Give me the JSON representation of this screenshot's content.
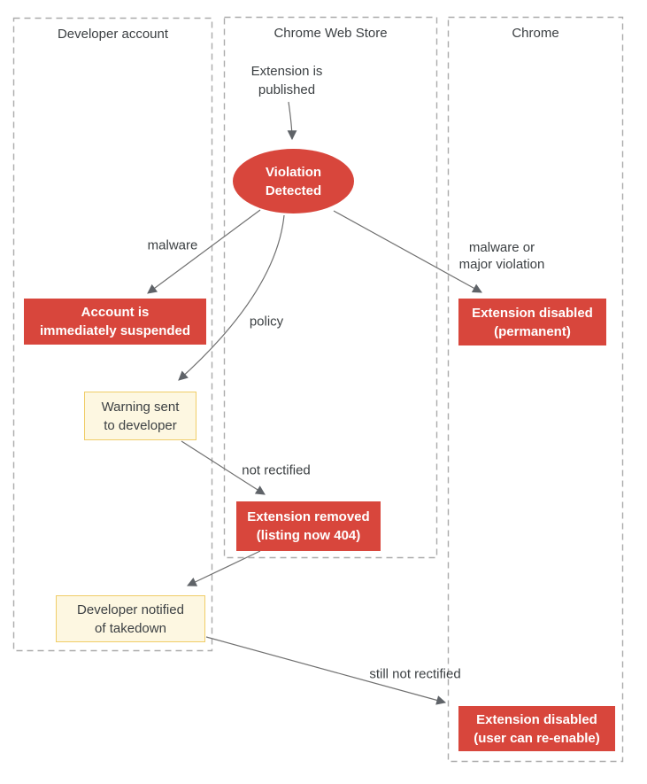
{
  "diagram": {
    "title": "Chrome Web Store violation enforcement flowchart",
    "lanes": [
      {
        "id": "developer-account",
        "label": "Developer account"
      },
      {
        "id": "chrome-web-store",
        "label": "Chrome Web Store"
      },
      {
        "id": "chrome",
        "label": "Chrome"
      }
    ],
    "nodes": {
      "extension_published": {
        "type": "text",
        "label": "Extension is\npublished"
      },
      "violation_detected": {
        "type": "ellipse",
        "label": "Violation\nDetected"
      },
      "account_suspended": {
        "type": "red-box",
        "label": "Account is\nimmediately suspended"
      },
      "warning_sent": {
        "type": "yellow-box",
        "label": "Warning sent\nto developer"
      },
      "extension_disabled_permanent": {
        "type": "red-box",
        "label": "Extension disabled\n(permanent)"
      },
      "extension_removed": {
        "type": "red-box",
        "label": "Extension removed\n(listing now 404)"
      },
      "developer_notified": {
        "type": "yellow-box",
        "label": "Developer notified\nof takedown"
      },
      "extension_disabled_reenable": {
        "type": "red-box",
        "label": "Extension disabled\n(user can re-enable)"
      }
    },
    "edge_labels": {
      "malware": "malware",
      "policy": "policy",
      "malware_or_major": "malware or\nmajor violation",
      "not_rectified": "not rectified",
      "still_not_rectified": "still not rectified"
    },
    "colors": {
      "node_red": "#d8463c",
      "node_yellow_bg": "#fdf7e1",
      "node_yellow_border": "#f0cd68",
      "arrow": "#707070",
      "arrowhead": "#5f6368",
      "lane_border": "#ababab",
      "text": "#3c4043"
    }
  }
}
